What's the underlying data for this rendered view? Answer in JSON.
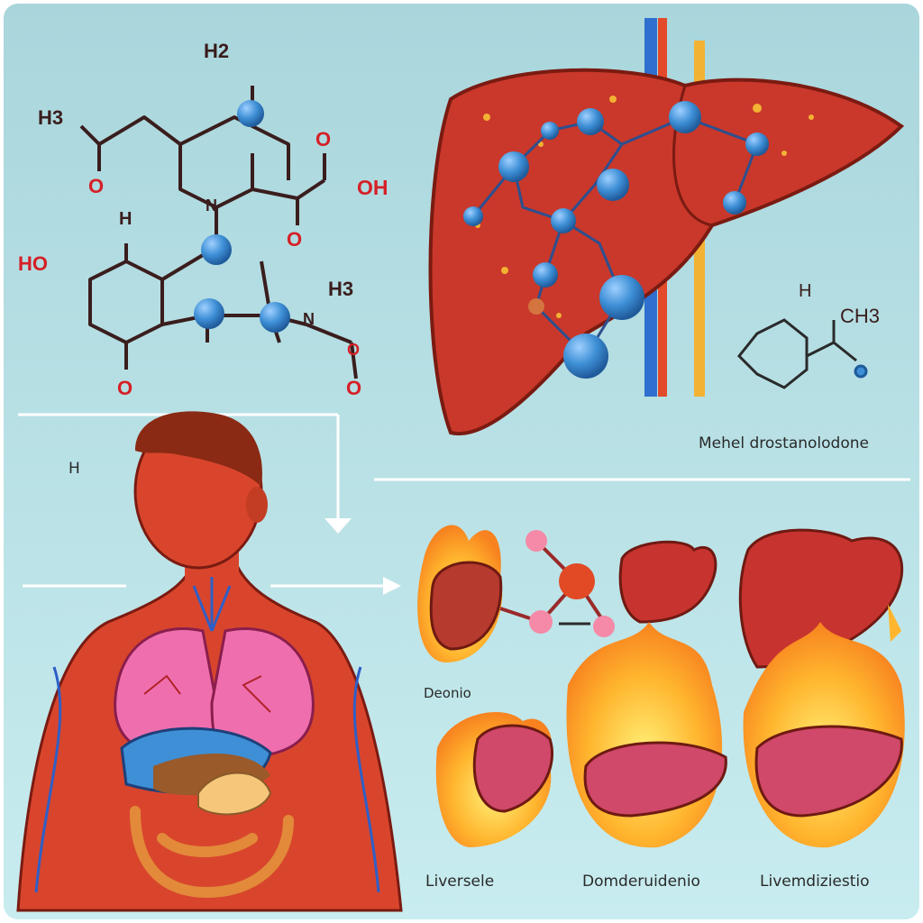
{
  "colors": {
    "background": "#bfe3e7",
    "liver": "#c9382a",
    "liver_dark": "#9e2418",
    "molecule_node": "#3e8fd6",
    "skin": "#d9452c",
    "lung": "#ef6fae",
    "flame": "#ffb52e"
  },
  "molecule": {
    "atoms": {
      "h2": "H2",
      "h3_top": "H3",
      "o_carbonyl_left": "O",
      "o_acid": "O",
      "oh_acid": "OH",
      "n_center": "N",
      "o_mid": "O",
      "h_ring": "H",
      "ho_left": "HO",
      "o_ring_bottom": "O",
      "h3_right": "H3",
      "n_right": "N",
      "o_right": "O",
      "o_bottom_right": "O"
    }
  },
  "side_molecule": {
    "h": "H",
    "ch3": "CH3"
  },
  "labels": {
    "compound": "Mehel drostanolodone",
    "h_marker": "H",
    "stage_1": "Deonio",
    "stage_2": "Liversele",
    "stage_3": "Domderuidenio",
    "stage_4": "Livemdiziestio"
  }
}
